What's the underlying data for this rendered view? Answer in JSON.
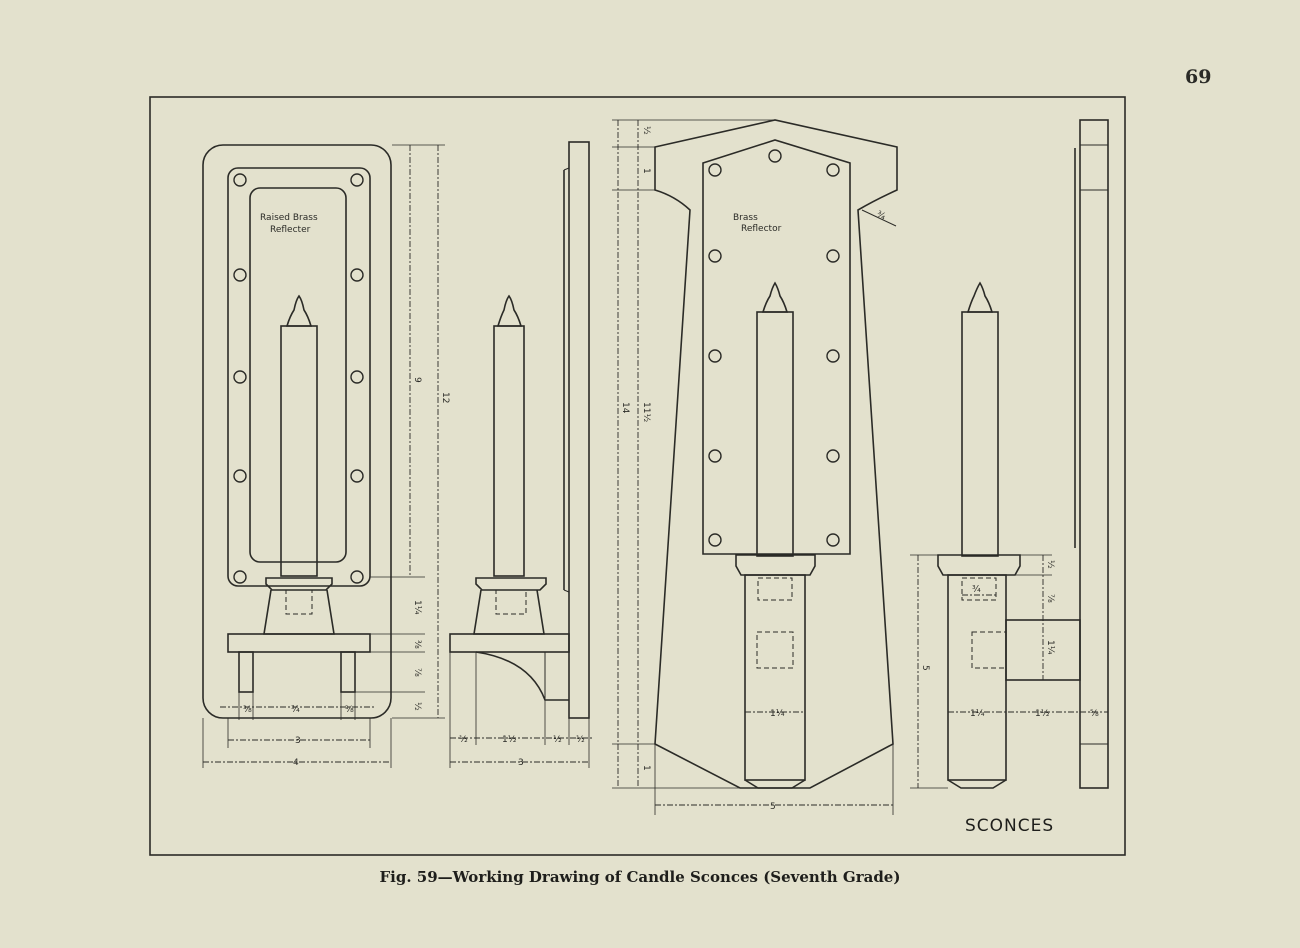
{
  "page_number": "69",
  "caption": "Fig. 59—Working Drawing of Candle Sconces (Seventh Grade)",
  "drawing": {
    "title": "SCONCES",
    "labels": {
      "raised_brass_line1": "Raised Brass",
      "raised_brass_line2": "Reflecter",
      "brass_line1": "Brass",
      "brass_line2": "Reflector"
    },
    "dimensions": {
      "nine": "9",
      "twelve": "12",
      "one_quarter": "1¼",
      "three_eighths": "⅜",
      "seven_eighths": "⅞",
      "half": "½",
      "three_quarters": "¾",
      "three": "3",
      "four": "4",
      "one_half_a": "½",
      "one_and_half": "1½",
      "three_b": "3",
      "fourteen": "14",
      "eleven_half": "11½",
      "one": "1",
      "five": "5",
      "five_b": "5",
      "one_quarter_b": "1¼",
      "seven_eighths_b": "⅞",
      "five_eighths": "⅝",
      "three_quarters_b": "¾",
      "one_and_half_b": "1½"
    }
  }
}
